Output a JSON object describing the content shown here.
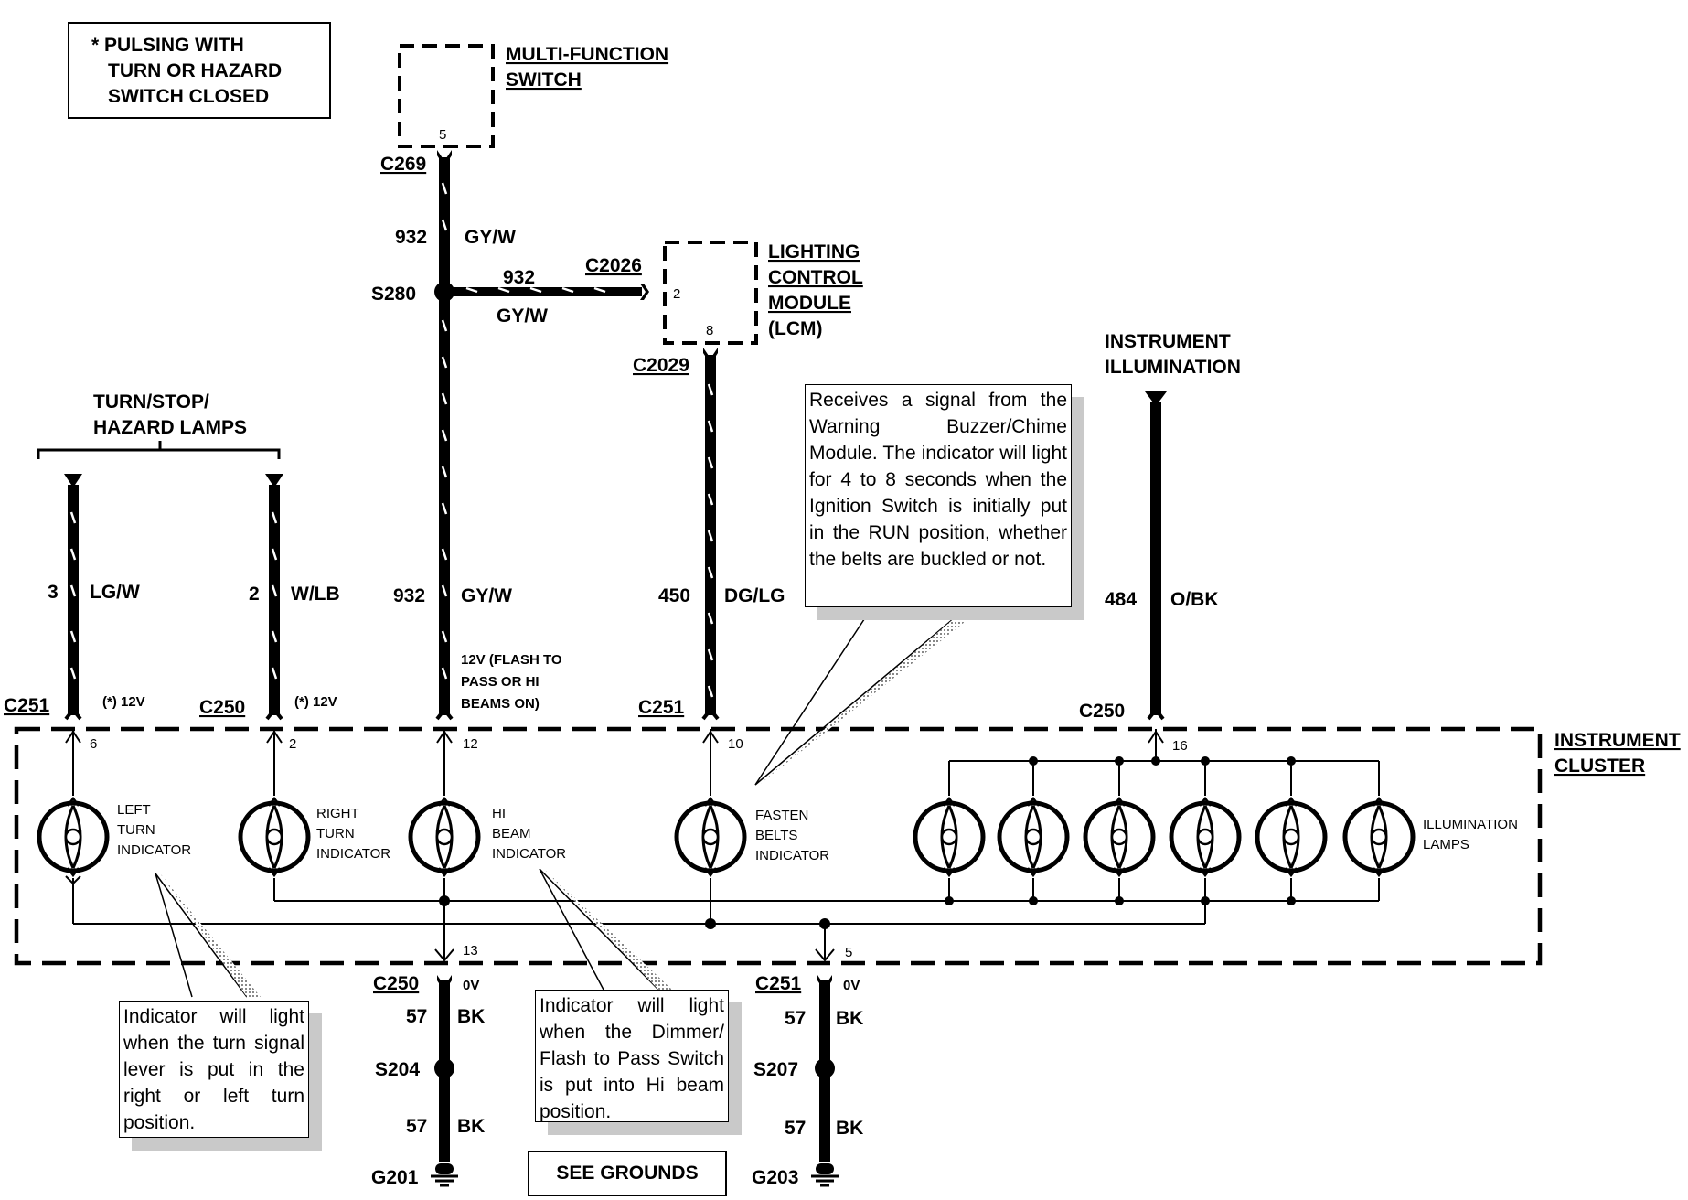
{
  "note": {
    "line1": "* PULSING WITH",
    "line2": "TURN OR HAZARD",
    "line3": "SWITCH CLOSED"
  },
  "components": {
    "multi_function_switch": {
      "line1": "MULTI-FUNCTION",
      "line2": "SWITCH",
      "pin": "5"
    },
    "lighting_control_module": {
      "line1": "LIGHTING",
      "line2": "CONTROL",
      "line3": "MODULE",
      "line4": "(LCM)",
      "pin_a": "2",
      "pin_b": "8"
    },
    "instrument_illumination": {
      "line1": "INSTRUMENT",
      "line2": "ILLUMINATION"
    },
    "turn_stop_hazard": {
      "line1": "TURN/STOP/",
      "line2": "HAZARD LAMPS"
    },
    "instrument_cluster": {
      "line1": "INSTRUMENT",
      "line2": "CLUSTER"
    }
  },
  "connectors": {
    "c269": "C269",
    "c2026": "C2026",
    "c2029": "C2029",
    "s280": "S280",
    "c251_left": "C251",
    "c250_left": "C250",
    "c251_mid": "C251",
    "c250_right": "C250",
    "c250_bottom": "C250",
    "c251_bottom": "C251",
    "s204": "S204",
    "s207": "S207",
    "g201": "G201",
    "g203": "G203"
  },
  "wires": {
    "w932_top": {
      "circuit": "932",
      "color": "GY/W"
    },
    "w932_branch": {
      "circuit": "932",
      "color": "GY/W"
    },
    "w3": {
      "circuit": "3",
      "color": "LG/W"
    },
    "w2": {
      "circuit": "2",
      "color": "W/LB"
    },
    "w932_mid": {
      "circuit": "932",
      "color": "GY/W"
    },
    "w450": {
      "circuit": "450",
      "color": "DG/LG"
    },
    "w484": {
      "circuit": "484",
      "color": "O/BK"
    },
    "w57_l1": {
      "circuit": "57",
      "color": "BK"
    },
    "w57_l2": {
      "circuit": "57",
      "color": "BK"
    },
    "w57_r1": {
      "circuit": "57",
      "color": "BK"
    },
    "w57_r2": {
      "circuit": "57",
      "color": "BK"
    }
  },
  "voltages": {
    "left_turn": "(*) 12V",
    "right_turn": "(*) 12V",
    "hi_beam_1": "12V (FLASH TO",
    "hi_beam_2": "PASS OR HI",
    "hi_beam_3": "BEAMS ON)",
    "ground_left": "0V",
    "ground_right": "0V"
  },
  "pins": {
    "p6": "6",
    "p2": "2",
    "p12": "12",
    "p10": "10",
    "p16": "16",
    "p13": "13",
    "p5": "5"
  },
  "lamps": {
    "left_turn": {
      "line1": "LEFT",
      "line2": "TURN",
      "line3": "INDICATOR"
    },
    "right_turn": {
      "line1": "RIGHT",
      "line2": "TURN",
      "line3": "INDICATOR"
    },
    "hi_beam": {
      "line1": "HI",
      "line2": "BEAM",
      "line3": "INDICATOR"
    },
    "fasten_belts": {
      "line1": "FASTEN",
      "line2": "BELTS",
      "line3": "INDICATOR"
    },
    "illumination": {
      "line1": "ILLUMINATION",
      "line2": "LAMPS"
    }
  },
  "callouts": {
    "fasten_belts": "Receives a signal from the Warning Buzzer/Chime Module. The indicator will light for 4 to 8 seconds when the Ignition Switch is initially put in the RUN position, whether the belts are buckled or not.",
    "turn": "Indicator will light when the turn signal lever is put in the right or left turn position.",
    "hi_beam": "Indicator will light when the Dimmer/ Flash to Pass Switch is put into Hi beam position."
  },
  "see_grounds": "SEE GROUNDS"
}
